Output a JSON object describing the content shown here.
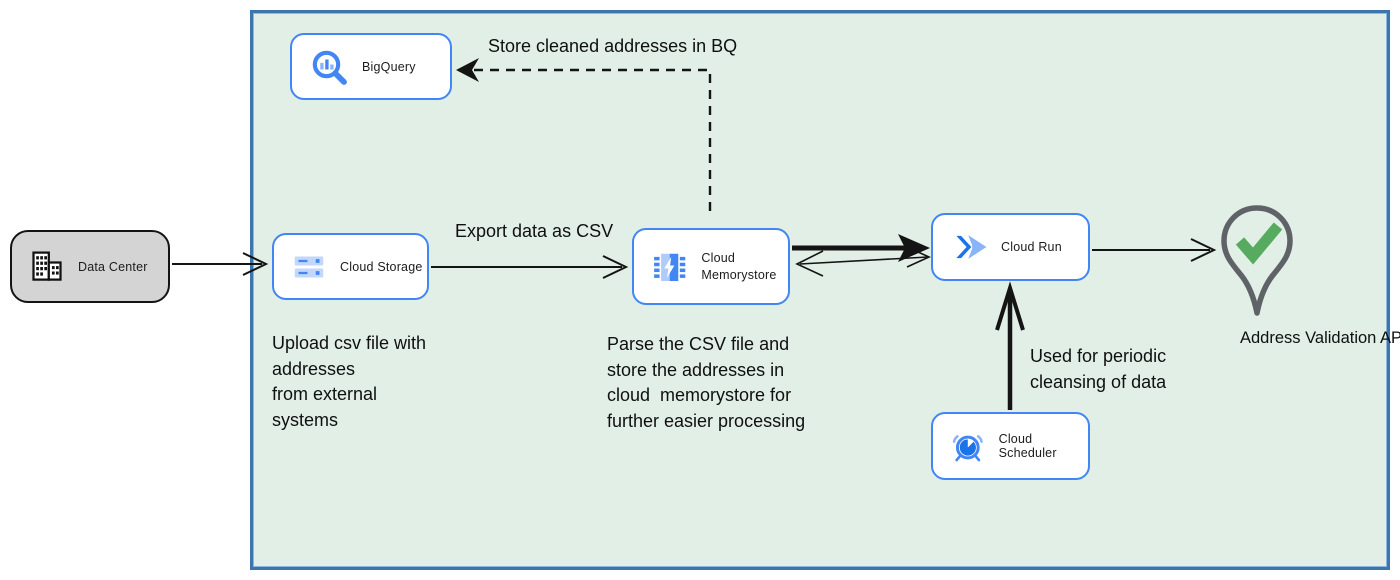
{
  "nodes": {
    "data_center": {
      "label": "Data Center"
    },
    "bigquery": {
      "label": "BigQuery"
    },
    "cloud_storage": {
      "label": "Cloud Storage"
    },
    "cloud_memorystore": {
      "label": "Cloud Memorystore"
    },
    "cloud_run": {
      "label": "Cloud Run"
    },
    "cloud_scheduler": {
      "label": "Cloud Scheduler"
    },
    "address_validation": {
      "label": "Address Validation API"
    }
  },
  "annotations": {
    "store_in_bq": "Store cleaned addresses in BQ",
    "export_csv": "Export data as CSV",
    "upload_note": "Upload csv file with\naddresses\nfrom external\nsystems",
    "parse_note": "Parse the CSV file and\nstore the addresses in\ncloud  memorystore for\nfurther easier processing",
    "scheduler_note": "Used for periodic\ncleansing of data"
  },
  "colors": {
    "container_bg": "#e1efe6",
    "container_border": "#3c76ae",
    "node_border": "#4285f4",
    "node_bg": "#ffffff",
    "datacenter_bg": "#d4d4d4",
    "icon_blue": "#4285f4",
    "icon_dark_blue": "#1a73e8",
    "icon_light_blue": "#aecbfa",
    "pin_outline_gray": "#5f6368",
    "check_green": "#57ab5f",
    "arrow_color": "#141414"
  }
}
